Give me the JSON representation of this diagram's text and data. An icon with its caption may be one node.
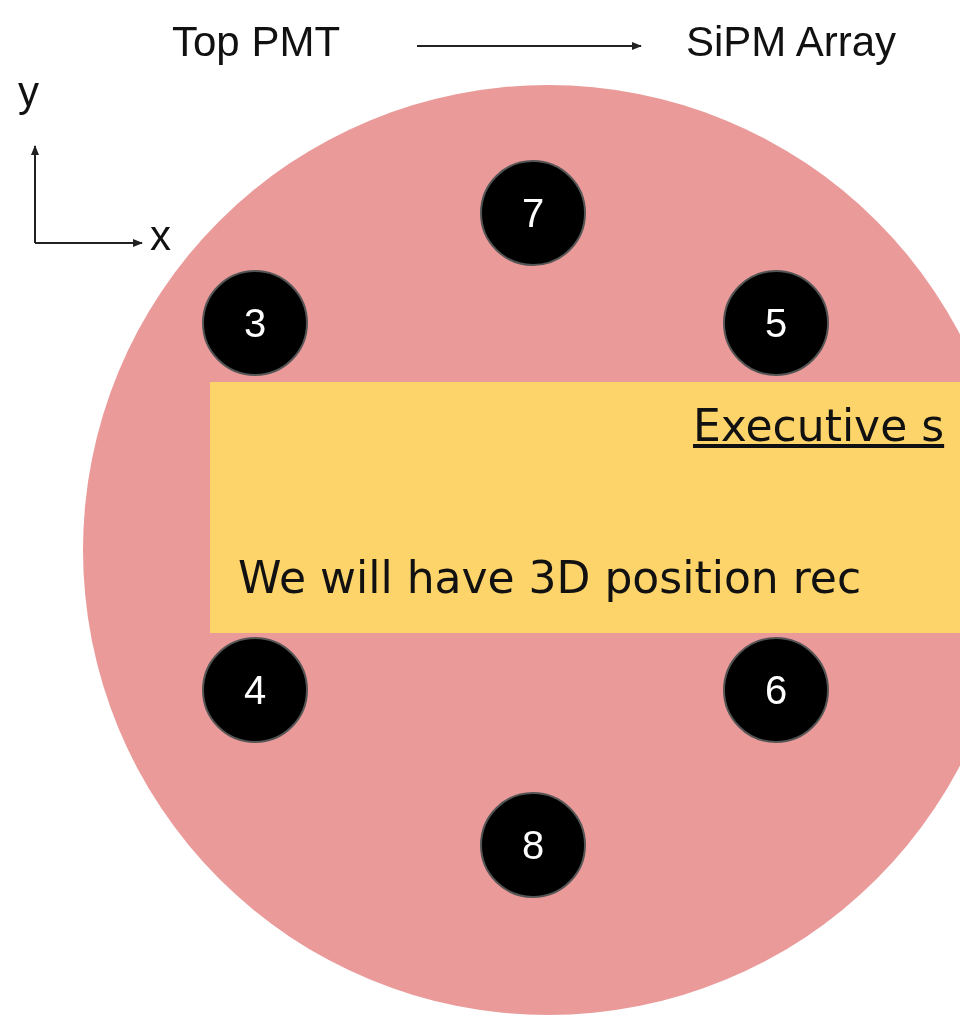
{
  "diagram": {
    "nodes": [
      {
        "text": [
          "Top PMT"
        ]
      },
      {
        "text": [
          "SiPM Array"
        ]
      },
      {
        "text": [],
        "shape": "circle"
      },
      {
        "text": [
          "7"
        ],
        "in": 2
      },
      {
        "text": [
          "3"
        ],
        "in": 2
      },
      {
        "text": [
          "5"
        ],
        "in": 2
      },
      {
        "text": [
          "4"
        ],
        "in": 2
      },
      {
        "text": [
          "6"
        ],
        "in": 2
      },
      {
        "text": [
          "8"
        ],
        "in": 2
      },
      {
        "text": [
          "Executive s",
          "We will have 3D position rec"
        ],
        "in": 2
      }
    ],
    "edges": [
      {
        "from": 0,
        "to": 1,
        "arrow": "to"
      }
    ],
    "labels": [
      "y",
      "x"
    ]
  }
}
